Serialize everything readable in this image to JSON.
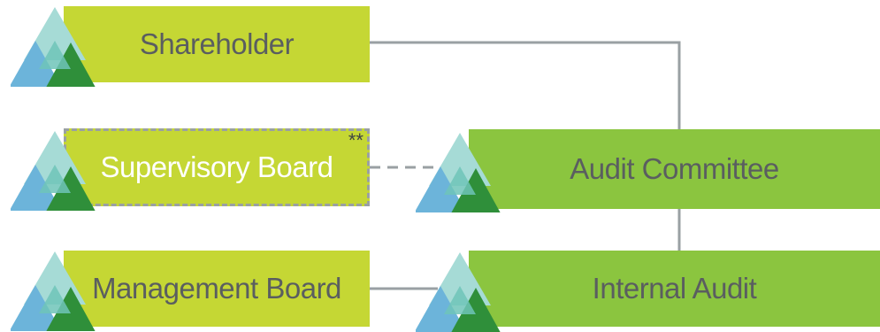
{
  "nodes": {
    "shareholder": {
      "label": "Shareholder"
    },
    "supervisory_board": {
      "label": "Supervisory Board",
      "marker": "**"
    },
    "management_board": {
      "label": "Management Board"
    },
    "audit_committee": {
      "label": "Audit Committee"
    },
    "internal_audit": {
      "label": "Internal Audit"
    }
  },
  "colors": {
    "left_box": "#c5d734",
    "right_box": "#8bc53f",
    "connector": "#9aa0a3",
    "text": "#5a5e60",
    "icon_light_teal": "#a6dbd6",
    "icon_mid_teal": "#6fc4b8",
    "icon_blue": "#6cb4da",
    "icon_dark_green": "#2f8f3a"
  },
  "icons": {
    "node_icon": "stacked-triangles-icon"
  }
}
